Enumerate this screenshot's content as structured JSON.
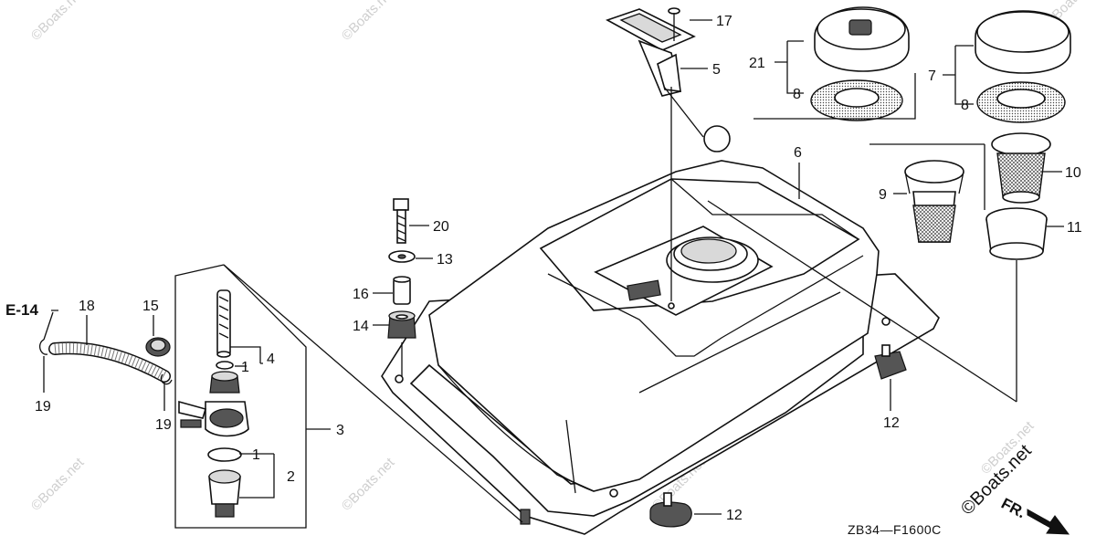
{
  "diagram": {
    "drawing_code": "ZB34—F1600C",
    "front_marker": "FR.",
    "reference_label": "E-14",
    "watermark_text": "©Boats.net",
    "callouts": {
      "c1a": "1",
      "c1b": "1",
      "c2": "2",
      "c3": "3",
      "c4": "4",
      "c5": "5",
      "c6": "6",
      "c7": "7",
      "c8a": "8",
      "c8b": "8",
      "c9": "9",
      "c10": "10",
      "c11": "11",
      "c12a": "12",
      "c12b": "12",
      "c13": "13",
      "c14": "14",
      "c15": "15",
      "c16": "16",
      "c17": "17",
      "c18": "18",
      "c19a": "19",
      "c19b": "19",
      "c20": "20",
      "c21": "21"
    },
    "colors": {
      "line": "#111111",
      "watermark": "#cfcfcf",
      "background": "#ffffff"
    }
  }
}
